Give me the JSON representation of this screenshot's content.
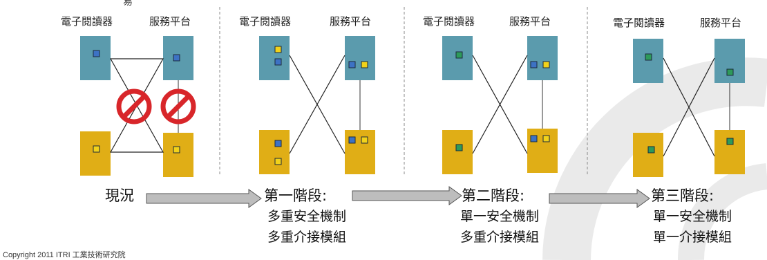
{
  "top_fragment": "易",
  "colors": {
    "device_blue": "#5b9bad",
    "device_gold": "#e0ae16",
    "key_blue": "#3d72c4",
    "key_yellow": "#f2d21a",
    "key_green": "#2e9a5a",
    "arrow_grey": "#bdbdbd",
    "prohibit_red": "#d8262a",
    "divider": "#888888",
    "watermark": "#d9d9d9"
  },
  "panels": [
    {
      "left_label": "電子閱讀器",
      "right_label": "服務平台"
    },
    {
      "left_label": "電子閱讀器",
      "right_label": "服務平台"
    },
    {
      "left_label": "電子閱讀器",
      "right_label": "服務平台"
    },
    {
      "left_label": "電子閱讀器",
      "right_label": "服務平台"
    }
  ],
  "stages": [
    {
      "name": "現況",
      "lines": []
    },
    {
      "name": "第一階段:",
      "lines": [
        "多重安全機制",
        "多重介接模組"
      ]
    },
    {
      "name": "第二階段:",
      "lines": [
        "單一安全機制",
        "多重介接模組"
      ]
    },
    {
      "name": "第三階段:",
      "lines": [
        "單一安全機制",
        "單一介接模組"
      ]
    }
  ],
  "copyright": "Copyright 2011 ITRI 工業技術研究院"
}
